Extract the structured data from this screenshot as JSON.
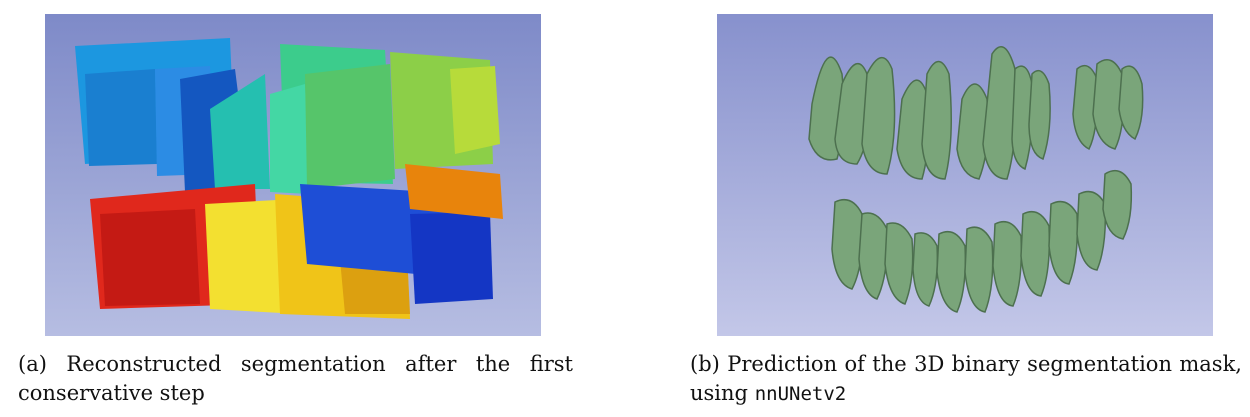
{
  "figures": [
    {
      "label": "(a)",
      "caption": "Reconstructed segmentation after the first conservative step",
      "image": "multi-colored 3D tooth segmentation",
      "background": "#8f9bd2"
    },
    {
      "label": "(b)",
      "caption_prefix": "Prediction of the 3D binary segmentation mask, using",
      "caption_code": "nnUNetv2",
      "image": "green 3D teeth model",
      "background": "#9aa2d6"
    }
  ]
}
